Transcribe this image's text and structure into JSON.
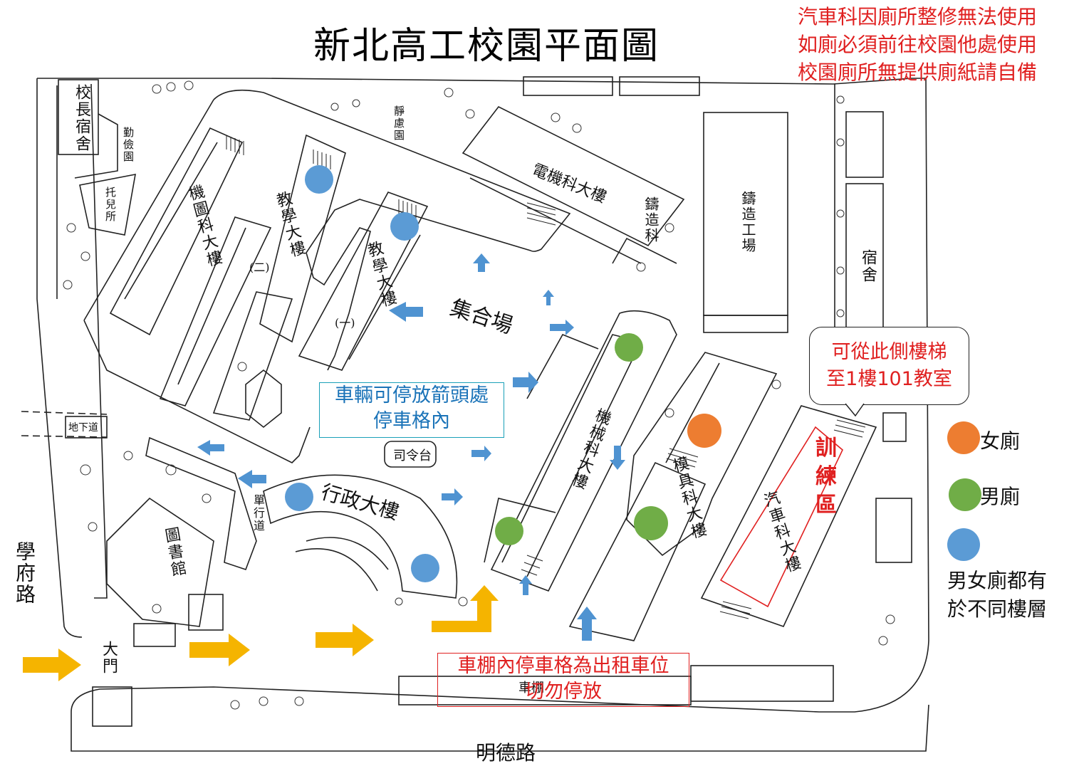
{
  "title": "新北高工校園平面圖",
  "notice": [
    "汽車科因廁所整修無法使用",
    "如廁必須前往校園他處使用",
    "校園廁所無提供廁紙請自備"
  ],
  "legend": {
    "female": {
      "label": "女廁",
      "color": "#ed7d31"
    },
    "male": {
      "label": "男廁",
      "color": "#70ad47"
    },
    "both": {
      "label": "",
      "color": "#5b9bd5"
    },
    "both_note": [
      "男女廁都有",
      "於不同樓層"
    ]
  },
  "callouts": {
    "parking": [
      "車輛可停放箭頭處",
      "停車格內"
    ],
    "rental": [
      "車棚內停車格為出租車位",
      "切勿停放"
    ],
    "stairs": [
      "可從此側樓梯",
      "至1樓101教室"
    ],
    "training_area": "訓練區"
  },
  "roads": {
    "west": "學府路",
    "south": "明德路"
  },
  "buildings": {
    "principal": "校長宿舍",
    "qinjian": "勤儉園",
    "tuoer": "托兒所",
    "jinglv": "靜慮園",
    "jiyuan": "機圖科大樓",
    "jiaoxue2": "教學大樓",
    "jiaoxue2_sub": "(二)",
    "jiaoxue1": "教學大樓",
    "jiaoxue1_sub": "(一)",
    "dianji": "電機科大樓",
    "zhuzao_ke": "鑄造科",
    "zhuzao": "鑄造工場",
    "dorm": "宿舍",
    "assembly": "集合場",
    "jixie": "機械科大樓",
    "moju": "模具科大樓",
    "qiche": "汽車科大樓",
    "admin": "行政大樓",
    "stage": "司令台",
    "library": "圖書館",
    "underpass": "地下道",
    "oneway": "單行道",
    "gate": "大門",
    "carport": "車棚"
  },
  "arrow_colors": {
    "entry": "#f5b400",
    "parking": "#4f93d1"
  }
}
